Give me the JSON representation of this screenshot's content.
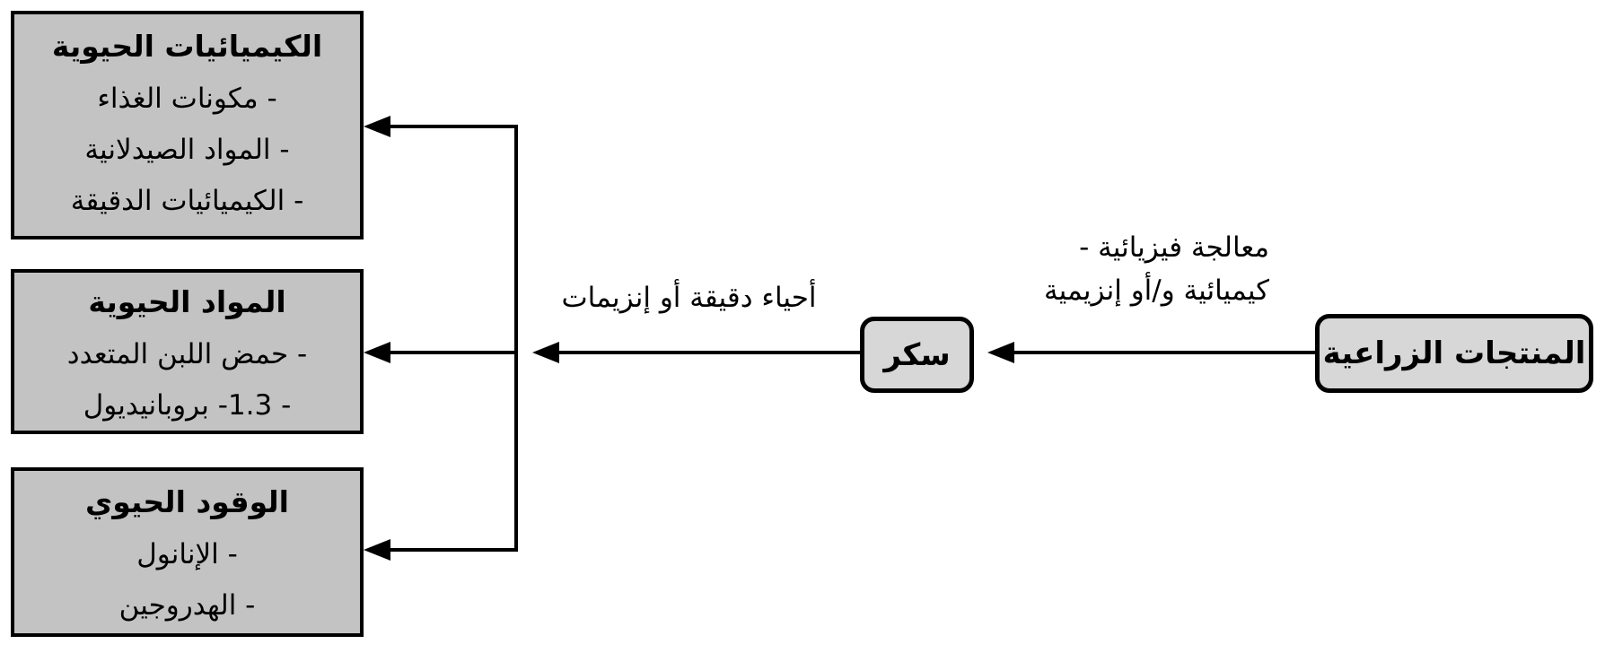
{
  "boxes": {
    "biochemicals": {
      "title": "الكيميائيات الحيوية",
      "items": [
        "- مكونات الغذاء",
        "- المواد الصيدلانية",
        "- الكيميائيات الدقيقة"
      ]
    },
    "biomaterials": {
      "title": "المواد الحيوية",
      "items": [
        "- حمض اللبن المتعدد",
        "- 1.3- بروبانيديول"
      ]
    },
    "biofuel": {
      "title": "الوقود الحيوي",
      "items": [
        "- الإنانول",
        "- الهدروجين"
      ]
    },
    "sugar": {
      "title": "سكر"
    },
    "agricultural_products": {
      "title": "المنتجات الزراعية"
    }
  },
  "arrow_labels": {
    "conversion": "أحياء دقيقة أو إنزيمات",
    "treatment_line1": "معالجة فيزيائية -",
    "treatment_line2": "كيميائية و/أو إنزيمية"
  },
  "colors": {
    "box_fill": "#c3c3c3",
    "rounded_box_fill": "#d7d7d7",
    "line": "#000000",
    "background": "#ffffff"
  }
}
